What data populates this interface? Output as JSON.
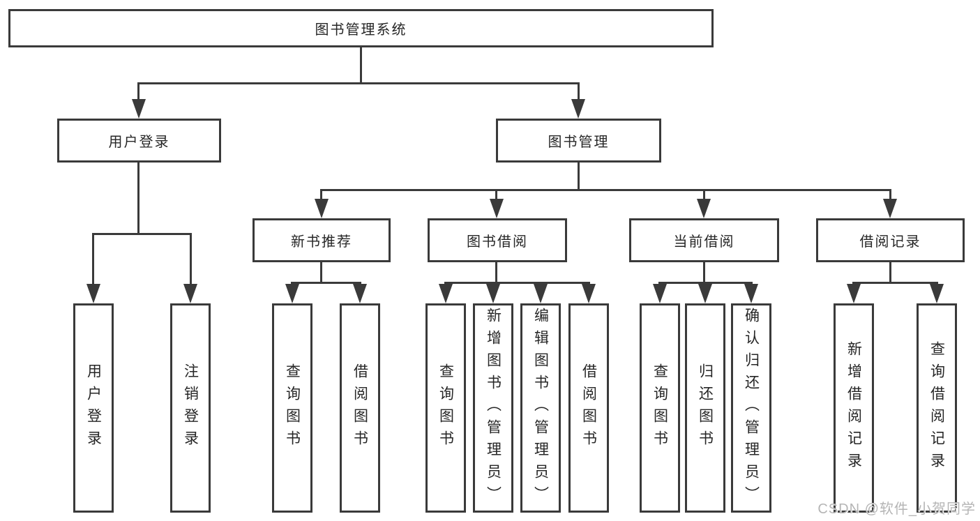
{
  "diagram": {
    "root": "图书管理系统",
    "level2": [
      {
        "label": "用户登录"
      },
      {
        "label": "图书管理"
      }
    ],
    "level3": [
      {
        "label": "新书推荐"
      },
      {
        "label": "图书借阅"
      },
      {
        "label": "当前借阅"
      },
      {
        "label": "借阅记录"
      }
    ],
    "leaves": {
      "user_login": [
        "用户登录",
        "注销登录"
      ],
      "new_book": [
        "查询图书",
        "借阅图书"
      ],
      "book_borrow": [
        "查询图书",
        "新增图书（管理员）",
        "编辑图书（管理员）",
        "借阅图书"
      ],
      "current_borrow": [
        "查询图书",
        "归还图书",
        "确认归还（管理员）"
      ],
      "borrow_record": [
        "新增借阅记录",
        "查询借阅记录"
      ]
    }
  },
  "watermark": "CSDN @软件_小贺同学",
  "colors": {
    "line": "#3a3a3a",
    "text": "#262626",
    "background": "#ffffff",
    "watermark": "#b5b5b5"
  }
}
